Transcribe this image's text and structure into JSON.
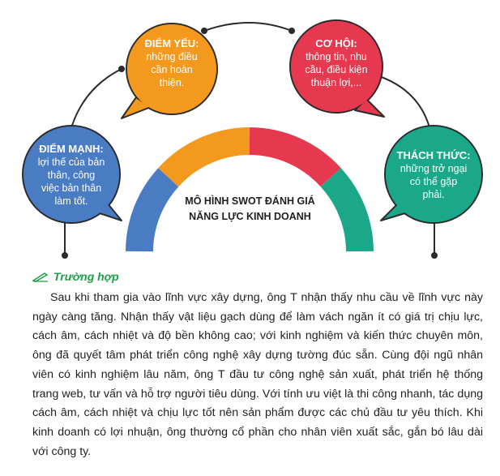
{
  "diagram": {
    "center_title_line1": "MÔ HÌNH SWOT ĐÁNH GIÁ",
    "center_title_line2": "NĂNG LỰC KINH DOANH",
    "colors": {
      "strength": "#4a7cc4",
      "weakness": "#f39a1e",
      "opportunity": "#e63950",
      "threat": "#1aa889",
      "connector": "#2b2b2b"
    },
    "bubbles": {
      "weakness": {
        "title": "ĐIỂM YẾU:",
        "lines": [
          "những điều",
          "cần hoàn",
          "thiện."
        ]
      },
      "opportunity": {
        "title": "CƠ HỘI:",
        "lines": [
          "thông tin, nhu",
          "cầu, điều kiện",
          "thuận lợi,..."
        ]
      },
      "strength": {
        "title": "ĐIỂM MẠNH:",
        "lines": [
          "lợi thế của bản",
          "thân, công",
          "việc bản thân",
          "làm tốt."
        ]
      },
      "threat": {
        "title": "THÁCH THỨC:",
        "lines": [
          "những trở ngại",
          "có thể gặp",
          "phải."
        ]
      }
    }
  },
  "case": {
    "icon": "pencil-icon",
    "heading": "Trường hợp",
    "paragraph": "Sau khi tham gia vào lĩnh vực xây dựng, ông T nhận thấy nhu cầu về lĩnh vực này ngày càng tăng. Nhận thấy vật liệu gạch dùng để làm vách ngăn ít có giá trị chịu lực, cách âm, cách nhiệt và độ bền không cao; với kinh nghiệm và kiến thức chuyên môn, ông đã quyết tâm phát triển công nghệ xây dựng tường đúc sẵn. Cùng đội ngũ nhân viên có kinh nghiệm lâu năm, ông T đầu tư công nghệ sản xuất, phát triển hệ thống trang web, tư vấn và hỗ trợ người tiêu dùng. Với tính ưu việt là thi công nhanh, tác dụng cách âm, cách nhiệt và chịu lực tốt nên sản phẩm được các chủ đầu tư yêu thích. Khi kinh doanh có lợi nhuận, ông thường cổ phần cho nhân viên xuất sắc, gắn bó lâu dài với công ty."
  }
}
